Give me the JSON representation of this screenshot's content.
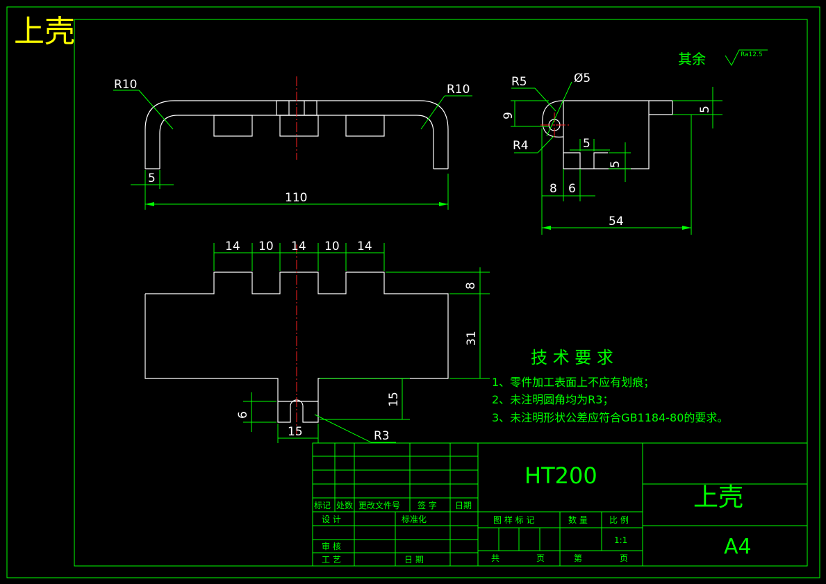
{
  "corner_title": "上壳",
  "roughness": {
    "label": "其余",
    "value": "Ra12.5"
  },
  "top_view": {
    "radius_left": "R10",
    "radius_right": "R10",
    "wall": "5",
    "length": "110"
  },
  "side_view": {
    "r5": "R5",
    "dia": "Ø5",
    "nine": "9",
    "r4": "R4",
    "five_top": "5",
    "five_h": "5",
    "five_v": "5",
    "eight": "8",
    "six": "6",
    "length": "54"
  },
  "front_view": {
    "slots": [
      "14",
      "10",
      "14",
      "10",
      "14"
    ],
    "eight": "8",
    "thirty_one": "31",
    "fifteen_v": "15",
    "six": "6",
    "fifteen_h": "15",
    "r3": "R3"
  },
  "tech": {
    "heading": "技 术 要 求",
    "items": [
      "1、零件加工表面上不应有划痕；",
      "2、未注明圆角均为R3；",
      "3、未注明形状公差应符合GB1184-80的要求。"
    ]
  },
  "title_block": {
    "material": "HT200",
    "part_name": "上壳",
    "sheet_size": "A4",
    "scale": "1:1",
    "h_mark": "标记",
    "h_count": "处数",
    "h_doc": "更改文件号",
    "h_sign": "签 字",
    "h_date": "日期",
    "design": "设 计",
    "standard": "标准化",
    "review": "审 核",
    "process": "工 艺",
    "date": "日 期",
    "drawing_mark": "图 样 标 记",
    "quantity": "数 量",
    "ratio": "比 例",
    "total": "共",
    "page_unit": "页",
    "page_no": "第",
    "page_unit2": "页"
  }
}
